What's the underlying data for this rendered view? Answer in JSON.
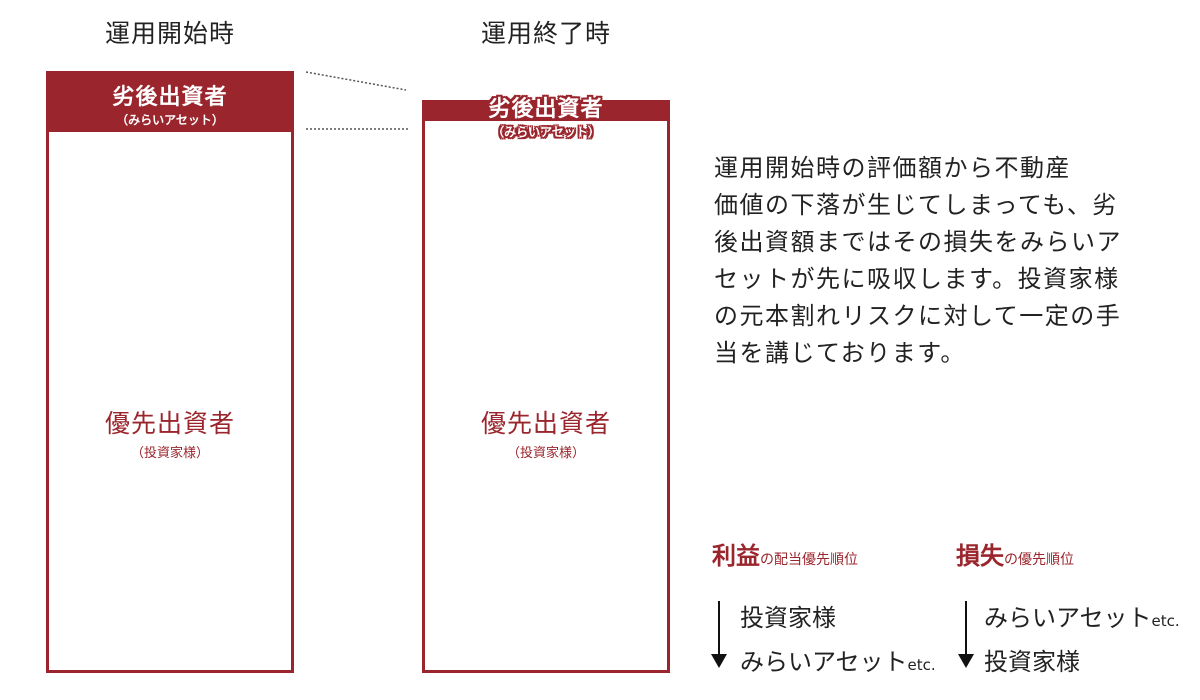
{
  "columns": {
    "start_title": "運用開始時",
    "end_title": "運用終了時"
  },
  "subordinated": {
    "title": "劣後出資者",
    "subtitle": "（みらいアセット）"
  },
  "senior": {
    "title": "優先出資者",
    "subtitle": "（投資家様）"
  },
  "description": [
    "運用開始時の評価額から不動産",
    "価値の下落が生じてしまっても、劣",
    "後出資額まではその損失をみらいア",
    "セットが先に吸収します。投資家様",
    "の元本割れリスクに対して一定の手",
    "当を講じております。"
  ],
  "profit_priority": {
    "title_main": "利益",
    "title_small": "の配当優先順位",
    "items": [
      "投資家様",
      "みらいアセット"
    ],
    "etc": "etc."
  },
  "loss_priority": {
    "title_main": "損失",
    "title_small": "の優先順位",
    "items": [
      "みらいアセット",
      "投資家様"
    ],
    "etc": "etc."
  },
  "colors": {
    "accent": "#9a252c",
    "text": "#222222",
    "background": "#ffffff"
  }
}
